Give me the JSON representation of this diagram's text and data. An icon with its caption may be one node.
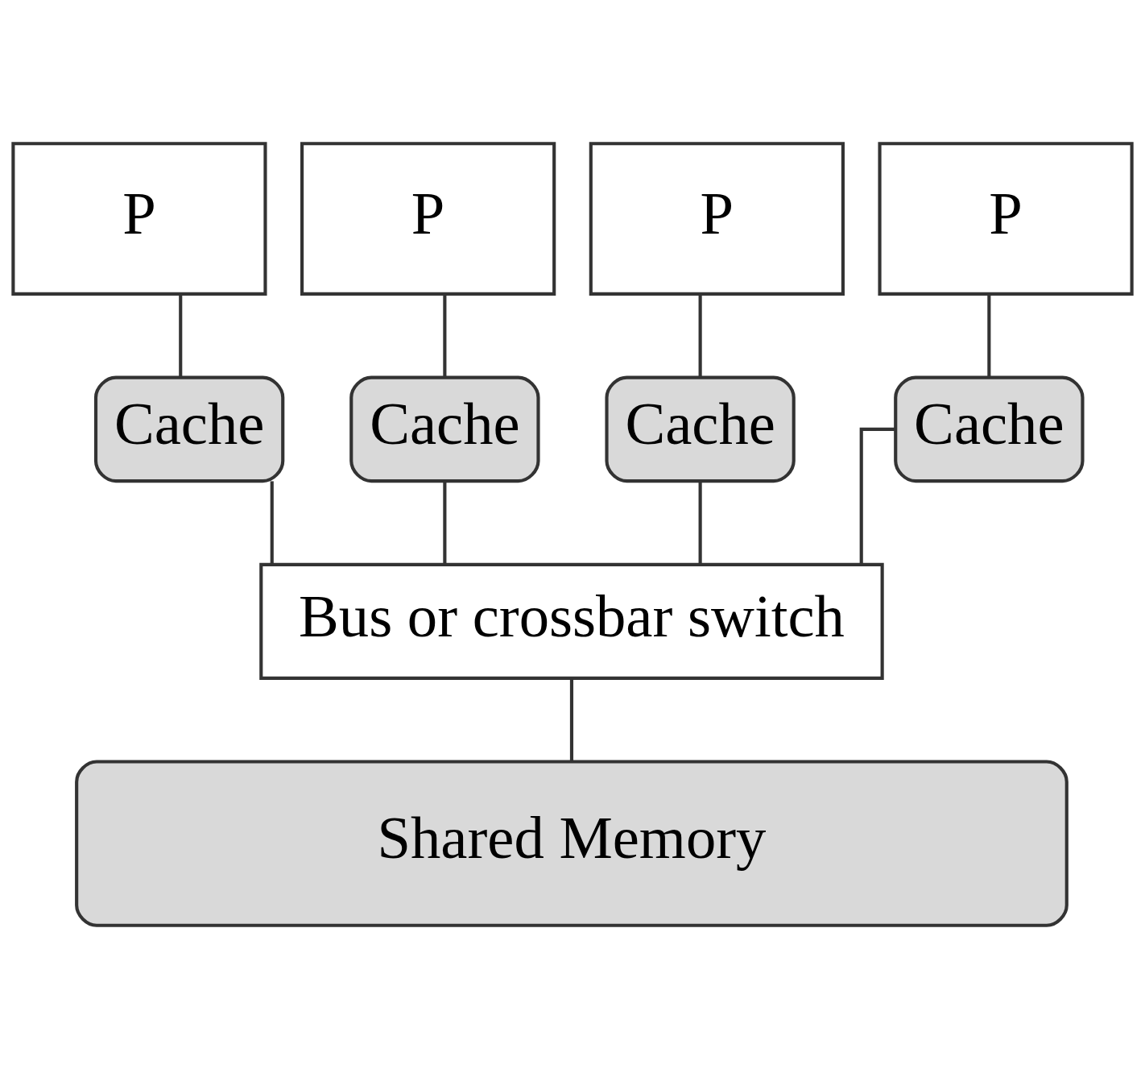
{
  "diagram": {
    "nodes": [
      {
        "text": [
          "P"
        ]
      },
      {
        "text": [
          "P"
        ]
      },
      {
        "text": [
          "P"
        ]
      },
      {
        "text": [
          "P"
        ]
      },
      {
        "text": [
          "Cache"
        ]
      },
      {
        "text": [
          "Cache"
        ]
      },
      {
        "text": [
          "Cache"
        ]
      },
      {
        "text": [
          "Cache"
        ]
      },
      {
        "text": [
          "Bus or crossbar switch"
        ]
      },
      {
        "text": [
          "Shared Memory"
        ]
      }
    ],
    "edges": [
      {
        "from": 0,
        "to": 4,
        "arrow": "none"
      },
      {
        "from": 1,
        "to": 5,
        "arrow": "none"
      },
      {
        "from": 2,
        "to": 6,
        "arrow": "none"
      },
      {
        "from": 3,
        "to": 7,
        "arrow": "none"
      },
      {
        "from": 4,
        "to": 8,
        "arrow": "none"
      },
      {
        "from": 5,
        "to": 8,
        "arrow": "none"
      },
      {
        "from": 6,
        "to": 8,
        "arrow": "none"
      },
      {
        "from": 7,
        "to": 8,
        "arrow": "none"
      },
      {
        "from": 8,
        "to": 9,
        "arrow": "none"
      }
    ]
  }
}
